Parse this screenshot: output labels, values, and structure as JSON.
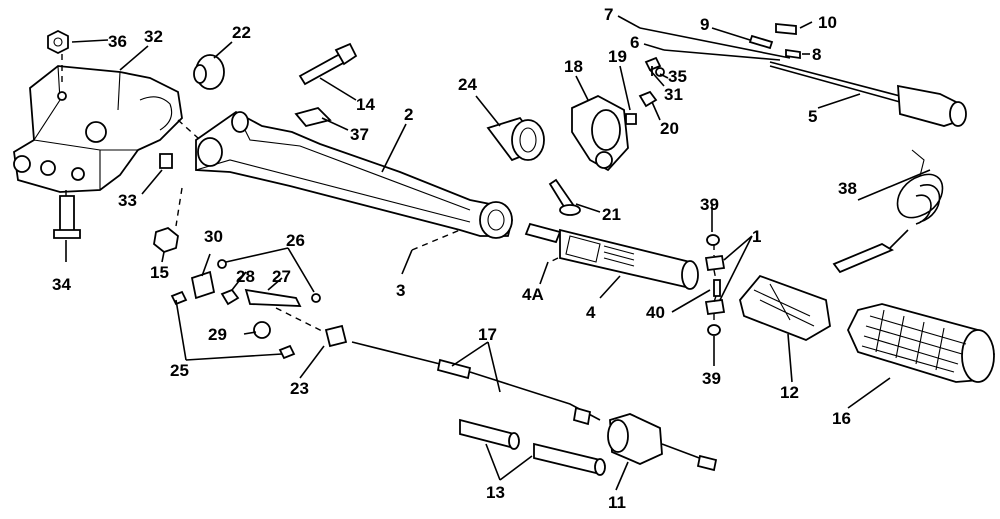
{
  "diagram": {
    "callouts": [
      {
        "id": "c36",
        "text": "36"
      },
      {
        "id": "c32",
        "text": "32"
      },
      {
        "id": "c22",
        "text": "22"
      },
      {
        "id": "c14",
        "text": "14"
      },
      {
        "id": "c37",
        "text": "37"
      },
      {
        "id": "c2",
        "text": "2"
      },
      {
        "id": "c24",
        "text": "24"
      },
      {
        "id": "c18",
        "text": "18"
      },
      {
        "id": "c19",
        "text": "19"
      },
      {
        "id": "c7",
        "text": "7"
      },
      {
        "id": "c9",
        "text": "9"
      },
      {
        "id": "c10",
        "text": "10"
      },
      {
        "id": "c6",
        "text": "6"
      },
      {
        "id": "c8",
        "text": "8"
      },
      {
        "id": "c35",
        "text": "35"
      },
      {
        "id": "c31",
        "text": "31"
      },
      {
        "id": "c20",
        "text": "20"
      },
      {
        "id": "c5",
        "text": "5"
      },
      {
        "id": "c33",
        "text": "33"
      },
      {
        "id": "c34",
        "text": "34"
      },
      {
        "id": "c15",
        "text": "15"
      },
      {
        "id": "c30",
        "text": "30"
      },
      {
        "id": "c26",
        "text": "26"
      },
      {
        "id": "c28",
        "text": "28"
      },
      {
        "id": "c27",
        "text": "27"
      },
      {
        "id": "c3",
        "text": "3"
      },
      {
        "id": "c21",
        "text": "21"
      },
      {
        "id": "c39a",
        "text": "39"
      },
      {
        "id": "c1",
        "text": "1"
      },
      {
        "id": "c38",
        "text": "38"
      },
      {
        "id": "c4A",
        "text": "4A"
      },
      {
        "id": "c4",
        "text": "4"
      },
      {
        "id": "c40",
        "text": "40"
      },
      {
        "id": "c29",
        "text": "29"
      },
      {
        "id": "c25",
        "text": "25"
      },
      {
        "id": "c23",
        "text": "23"
      },
      {
        "id": "c17",
        "text": "17"
      },
      {
        "id": "c39b",
        "text": "39"
      },
      {
        "id": "c12",
        "text": "12"
      },
      {
        "id": "c16",
        "text": "16"
      },
      {
        "id": "c13",
        "text": "13"
      },
      {
        "id": "c11",
        "text": "11"
      }
    ]
  }
}
